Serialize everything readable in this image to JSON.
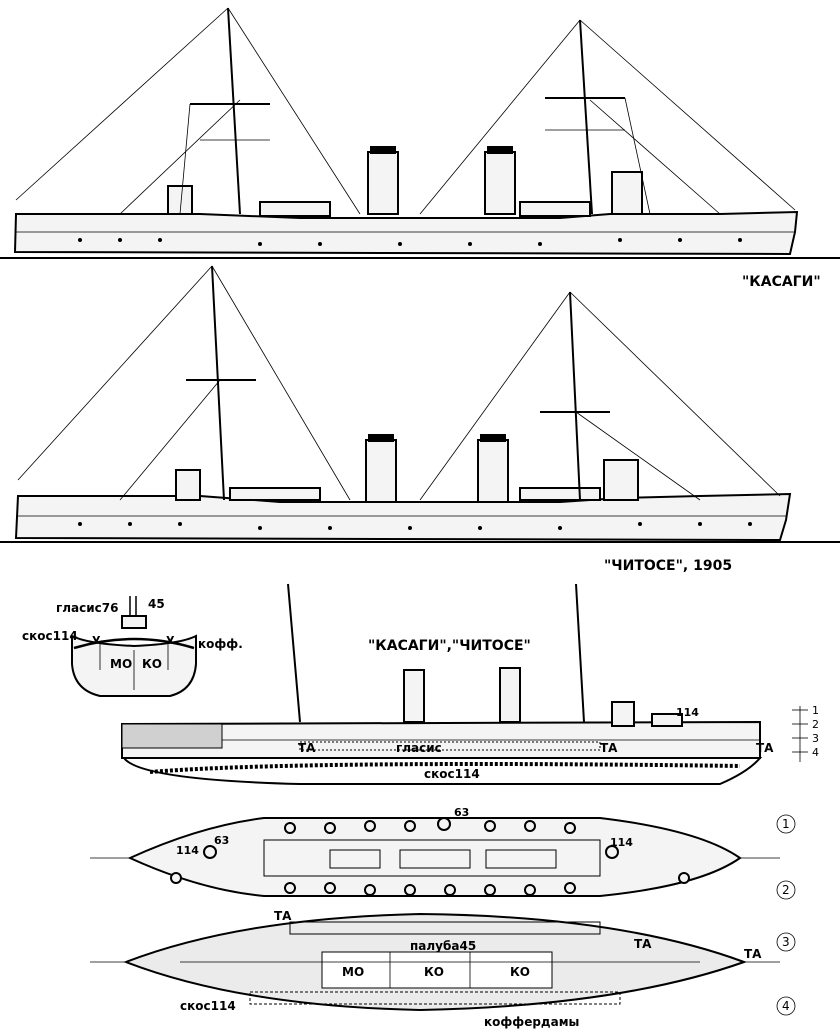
{
  "drawing": {
    "caption_kasagi": "\"КАСАГИ\"",
    "caption_chitose": "\"ЧИТОСЕ\", 1905",
    "caption_armor": "\"КАСАГИ\",\"ЧИТОСЕ\"",
    "section_labels": {
      "glacis76": "гласис76",
      "deck45": "45",
      "slope114": "скос114",
      "coff": "кофф.",
      "y1": "У",
      "y2": "У",
      "mo": "МО",
      "ko": "КО"
    },
    "profile_labels": {
      "n114": "114",
      "ta_left": "ТА",
      "glacis": "гласис",
      "ta_right": "ТА",
      "ta_bow": "ТА",
      "slope114": "скос114",
      "scale": [
        "1",
        "2",
        "3",
        "4"
      ]
    },
    "plan_labels": {
      "n63_top": "63",
      "n114_left": "114",
      "n63_left": "63",
      "n114_right": "114",
      "ta_left": "ТА",
      "deck45": "палуба45",
      "ta_right": "ТА",
      "ta_bow": "ТА",
      "mo": "МО",
      "ko1": "КО",
      "ko2": "КО",
      "slope114": "скос114",
      "cofferdams": "коффердамы"
    },
    "level_markers": [
      "1",
      "2",
      "3",
      "4"
    ]
  }
}
